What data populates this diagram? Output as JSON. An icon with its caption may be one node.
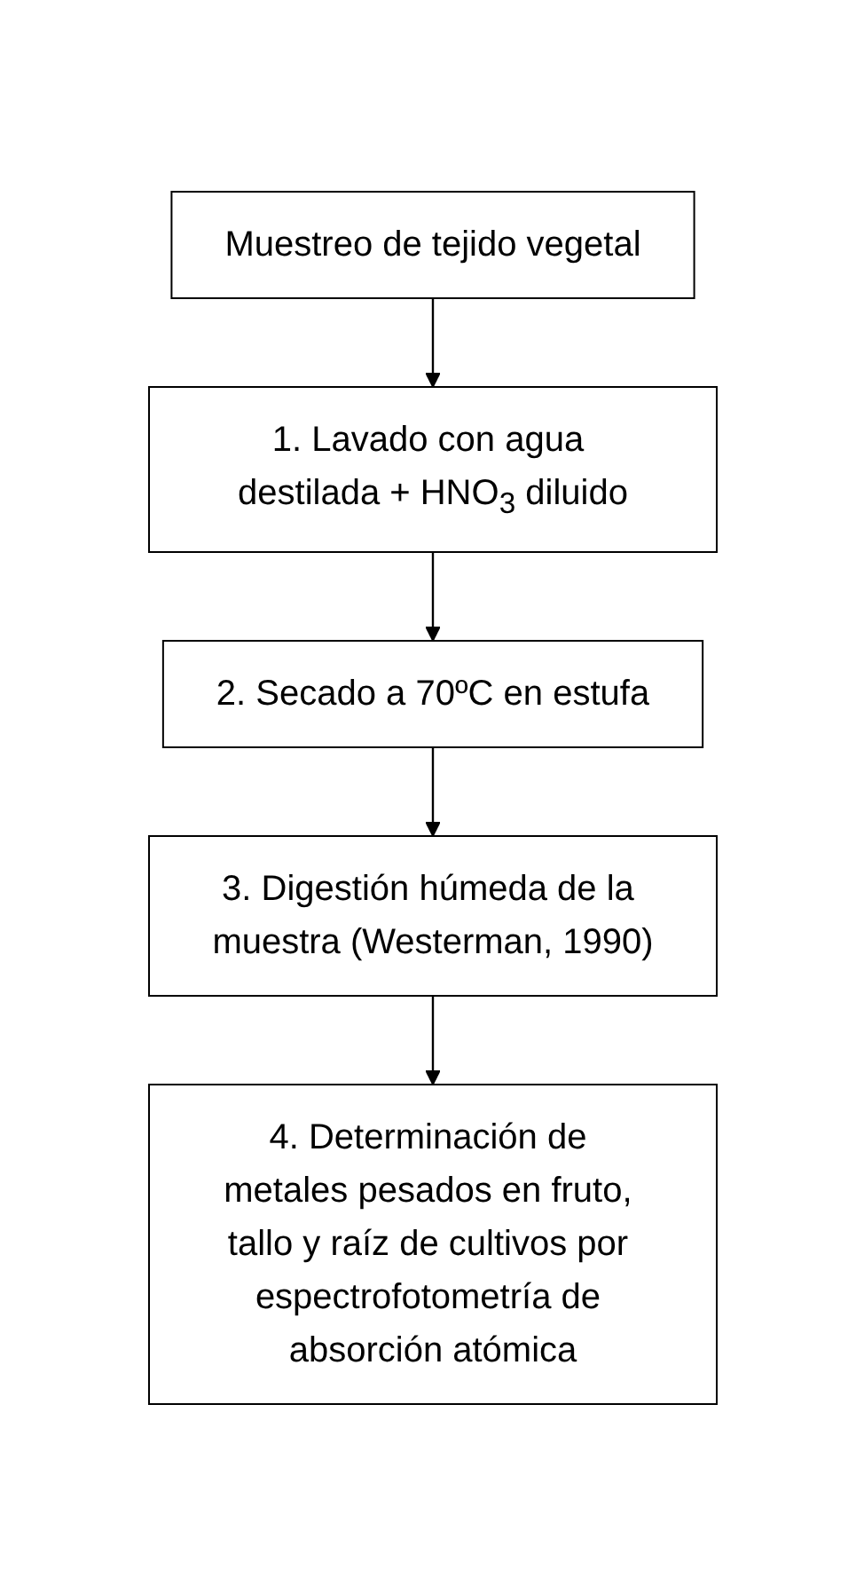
{
  "diagram": {
    "nodes": [
      {
        "text": [
          "Muestreo de tejido vegetal"
        ]
      },
      {
        "text": [
          "1. Lavado con agua destilada + HNO$_{3}$ diluido"
        ]
      },
      {
        "text": [
          "2. Secado a 70ºC en estufa"
        ]
      },
      {
        "text": [
          "3. Digestión húmeda de la muestra (Westerman, 1990)"
        ]
      },
      {
        "text": [
          "4. Determinación de metales pesados en fruto, tallo y raíz de cultivos por espectrofotometría de absorción atómica"
        ]
      }
    ],
    "edges": [
      {
        "from": 0,
        "to": 1,
        "arrow": "to"
      },
      {
        "from": 1,
        "to": 2,
        "arrow": "to"
      },
      {
        "from": 2,
        "to": 3,
        "arrow": "to"
      },
      {
        "from": 3,
        "to": 4,
        "arrow": "to"
      }
    ]
  }
}
